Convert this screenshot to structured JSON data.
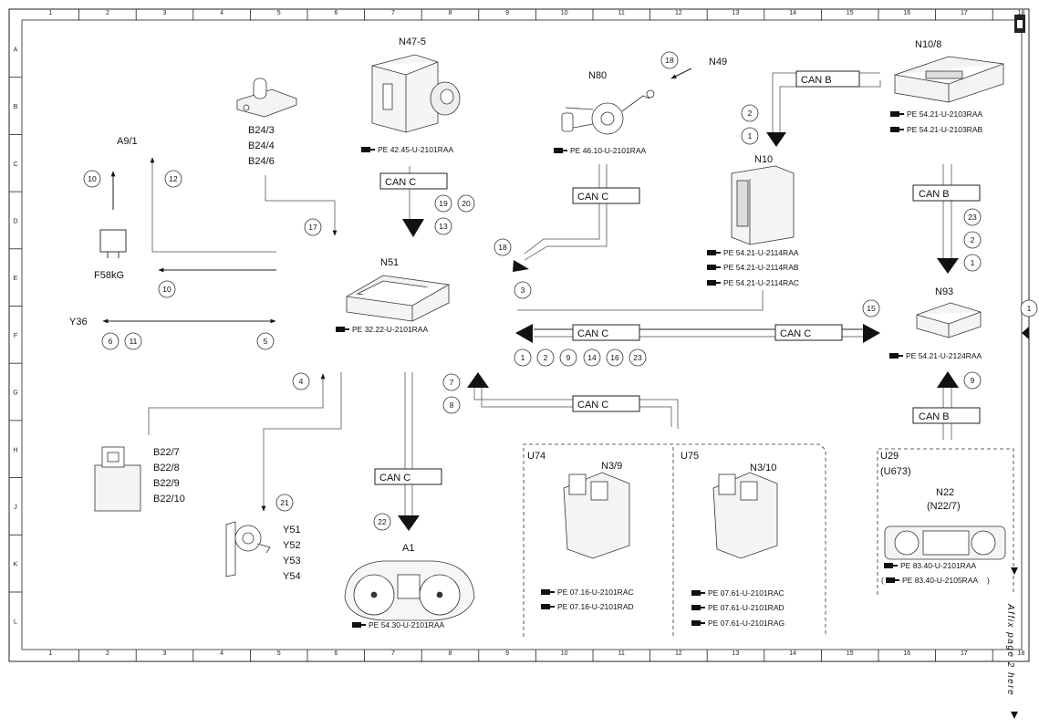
{
  "grid": {
    "columns": [
      "1",
      "2",
      "3",
      "4",
      "5",
      "6",
      "7",
      "8",
      "9",
      "10",
      "11",
      "12",
      "13",
      "14",
      "15",
      "16",
      "17",
      "18"
    ],
    "rows": [
      "A",
      "B",
      "C",
      "D",
      "E",
      "F",
      "G",
      "H",
      "J",
      "K",
      "L"
    ]
  },
  "components": {
    "n47_5": "N47-5",
    "n80": "N80",
    "n49": "N49",
    "n10_8": "N10/8",
    "n10": "N10",
    "n51": "N51",
    "n93": "N93",
    "a9_1": "A9/1",
    "b24_3": "B24/3",
    "b24_4": "B24/4",
    "b24_6": "B24/6",
    "f58kg": "F58kG",
    "y36": "Y36",
    "b22_7": "B22/7",
    "b22_8": "B22/8",
    "b22_9": "B22/9",
    "b22_10": "B22/10",
    "y51": "Y51",
    "y52": "Y52",
    "y53": "Y53",
    "y54": "Y54",
    "a1": "A1",
    "u74": "U74",
    "n3_9": "N3/9",
    "u75": "U75",
    "n3_10": "N3/10",
    "u29": "U29",
    "u673": "(U673)",
    "n22": "N22",
    "n22_7": "(N22/7)"
  },
  "refs": {
    "n47_5": "PE 42.45-U-2101RAA",
    "n80": "PE 46.10-U-2101RAA",
    "n10_8_a": "PE 54.21-U-2103RAA",
    "n10_8_b": "PE 54.21-U-2103RAB",
    "n10_a": "PE 54.21-U-2114RAA",
    "n10_b": "PE 54.21-U-2114RAB",
    "n10_c": "PE 54.21-U-2114RAC",
    "n51": "PE 32.22-U-2101RAA",
    "n93": "PE 54.21-U-2124RAA",
    "a1": "PE 54.30-U-2101RAA",
    "n3_9_a": "PE 07.16-U-2101RAC",
    "n3_9_b": "PE 07.16-U-2101RAD",
    "n3_10_a": "PE 07.61-U-2101RAC",
    "n3_10_b": "PE 07.61-U-2101RAD",
    "n3_10_c": "PE 07.61-U-2101RAG",
    "n22_a": "PE 83.40-U-2101RAA",
    "n22_b": "PE 83.40-U-2105RAA"
  },
  "bus": {
    "can_b": "CAN B",
    "can_c": "CAN C"
  },
  "circles": {
    "c10a": "10",
    "c12": "12",
    "c10b": "10",
    "c17": "17",
    "c19": "19",
    "c20": "20",
    "c13": "13",
    "c18a": "18",
    "c18b": "18",
    "c3": "3",
    "c2a": "2",
    "c1a": "1",
    "c23a": "23",
    "c2b": "2",
    "c1b": "1",
    "c15": "15",
    "c1c": "1",
    "c6": "6",
    "c11": "11",
    "c5": "5",
    "c1d": "1",
    "c2c": "2",
    "c9a": "9",
    "c14": "14",
    "c16": "16",
    "c23b": "23",
    "c9b": "9",
    "c4": "4",
    "c7": "7",
    "c8": "8",
    "c21": "21",
    "c22": "22"
  },
  "side_note": "Affix page 2 here"
}
